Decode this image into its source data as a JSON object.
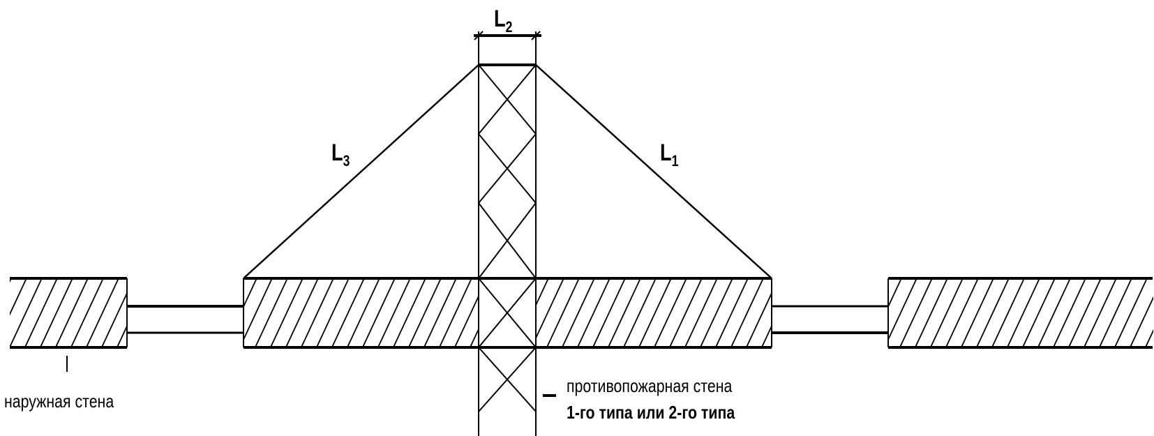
{
  "labels": {
    "L1": {
      "main": "L",
      "sub": "1"
    },
    "L2": {
      "main": "L",
      "sub": "2"
    },
    "L3": {
      "main": "L",
      "sub": "3"
    }
  },
  "captions": {
    "outer_wall": "наружная стена",
    "fire_wall_line1": "противопожарная стена",
    "fire_wall_line2": "1-го типа или 2-го типа"
  },
  "colors": {
    "ink": "#000000",
    "background": "#ffffff"
  }
}
